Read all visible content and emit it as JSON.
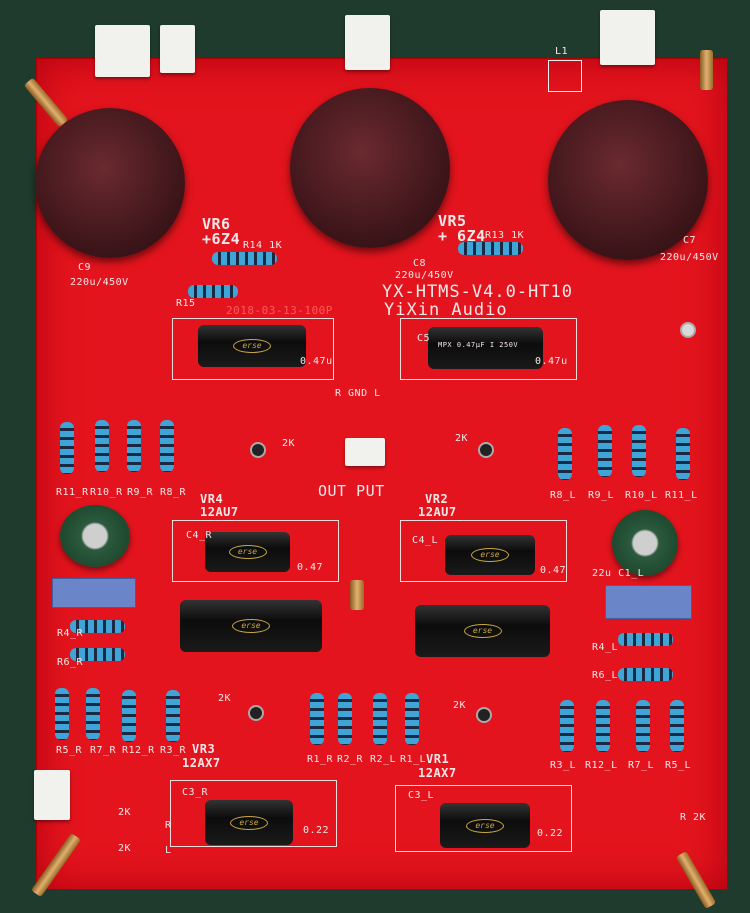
{
  "board": {
    "title": "YX-HTMS-V4.0-HT10",
    "brand": "YiXin Audio",
    "date_code": "2018-03-13-100P",
    "out_label": "OUT PUT",
    "labels": {
      "l1": "L1",
      "vr6": "VR6",
      "vr6_tube": "+6Z4",
      "vr5": "VR5",
      "vr5_tube": "+ 6Z4",
      "r14": "R14 1K",
      "r13": "R13 1K",
      "r15": "R15",
      "c9": "C9",
      "c9_val": "220u/450V",
      "c8": "C8",
      "c8_val": "220u/450V",
      "c7": "C7",
      "c7_val": "220u/450V",
      "c5": "C5",
      "c5_val": "0.47u",
      "c6_val": "0.47u",
      "gnd": "R GND L",
      "vr4": "VR4",
      "vr4_tube": "12AU7",
      "vr2": "VR2",
      "vr2_tube": "12AU7",
      "c4r": "C4_R",
      "c4l": "C4_L",
      "c4r_val": "0.47",
      "c4l_val": "0.47",
      "r11r": "R11_R",
      "r10r": "R10_R",
      "r9r": "R9_R",
      "r8r": "R8_R",
      "r8l": "R8_L",
      "r9l": "R9_L",
      "r10l": "R10_L",
      "r11l": "R11_L",
      "r4r": "R4_R",
      "r6r": "R6_R",
      "r4l": "R4_L",
      "r6l": "R6_L",
      "c1l": "22u C1_L",
      "r5r": "R5_R",
      "r7r": "R7_R",
      "r12r": "R12_R",
      "r3r": "R3_R",
      "vr3": "VR3",
      "vr3_tube": "12AX7",
      "r1r": "R1_R",
      "r2r": "R2_R",
      "r2l": "R2_L",
      "r1l": "R1_L",
      "vr1": "VR1",
      "vr1_tube": "12AX7",
      "r3l": "R3_L",
      "r12l": "R12_L",
      "r7l": "R7_L",
      "r5l": "R5_L",
      "c3r": "C3_R",
      "c3l": "C3_L",
      "c3r_val": "0.22",
      "c3l_val": "0.22",
      "pot_2k_a": "2K",
      "pot_2k_b": "2K",
      "pot_2k_c": "2K",
      "pot_2k_d": "2K",
      "in_2k_r": "2K",
      "in_2k_l": "2K",
      "in_r": "R",
      "in_l": "L",
      "led_2k": "R 2K"
    },
    "cap_brand": "erse",
    "cap_marking": "MPX 0.47µF I 250V"
  }
}
